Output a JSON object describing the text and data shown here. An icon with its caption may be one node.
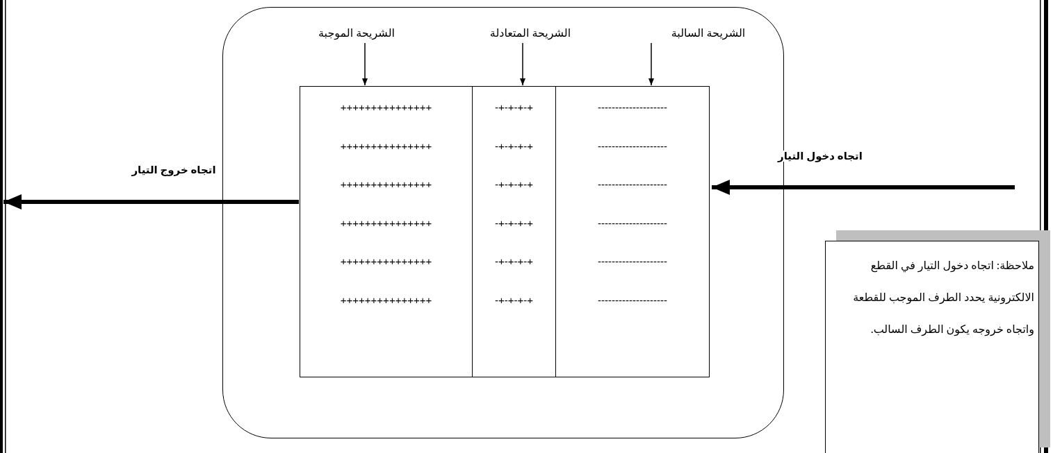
{
  "diagram": {
    "nodes": [
      {
        "text": [],
        "shape": "box"
      },
      {
        "text": [
          "الشريحة السالبة"
        ],
        "in": 0
      },
      {
        "text": [
          "الشريحة المتعادلة"
        ],
        "in": 0
      },
      {
        "text": [
          "الشريحة الموجبة"
        ],
        "in": 0
      },
      {
        "text": [
          "--------------------",
          "--------------------",
          "--------------------",
          "--------------------",
          "--------------------",
          "--------------------"
        ],
        "in": 0
      },
      {
        "text": [
          "-+-+-+-+",
          "-+-+-+-+",
          "-+-+-+-+",
          "-+-+-+-+",
          "-+-+-+-+",
          "-+-+-+-+"
        ],
        "in": 0
      },
      {
        "text": [
          "+++++++++++++++",
          "+++++++++++++++",
          "+++++++++++++++",
          "+++++++++++++++",
          "+++++++++++++++",
          "+++++++++++++++"
        ],
        "in": 0
      },
      {
        "text": [
          "ملاحظة: اتجاه دخول التيار في القطع الالكترونية يحدد الطرف الموجب للقطعة واتجاه خروجه يكون الطرف السالب."
        ]
      }
    ],
    "edges": [
      {
        "from": 1,
        "to": 4,
        "arrow": "to"
      },
      {
        "from": 2,
        "to": 5,
        "arrow": "to"
      },
      {
        "from": 3,
        "to": 6,
        "arrow": "to"
      },
      {
        "from": null,
        "to": 4,
        "arrow": "to",
        "label": "اتجاه دخول التيار",
        "style": "thick"
      },
      {
        "from": 6,
        "to": null,
        "arrow": "to",
        "label": "اتجاه خروج التيار",
        "style": "thick"
      }
    ]
  }
}
